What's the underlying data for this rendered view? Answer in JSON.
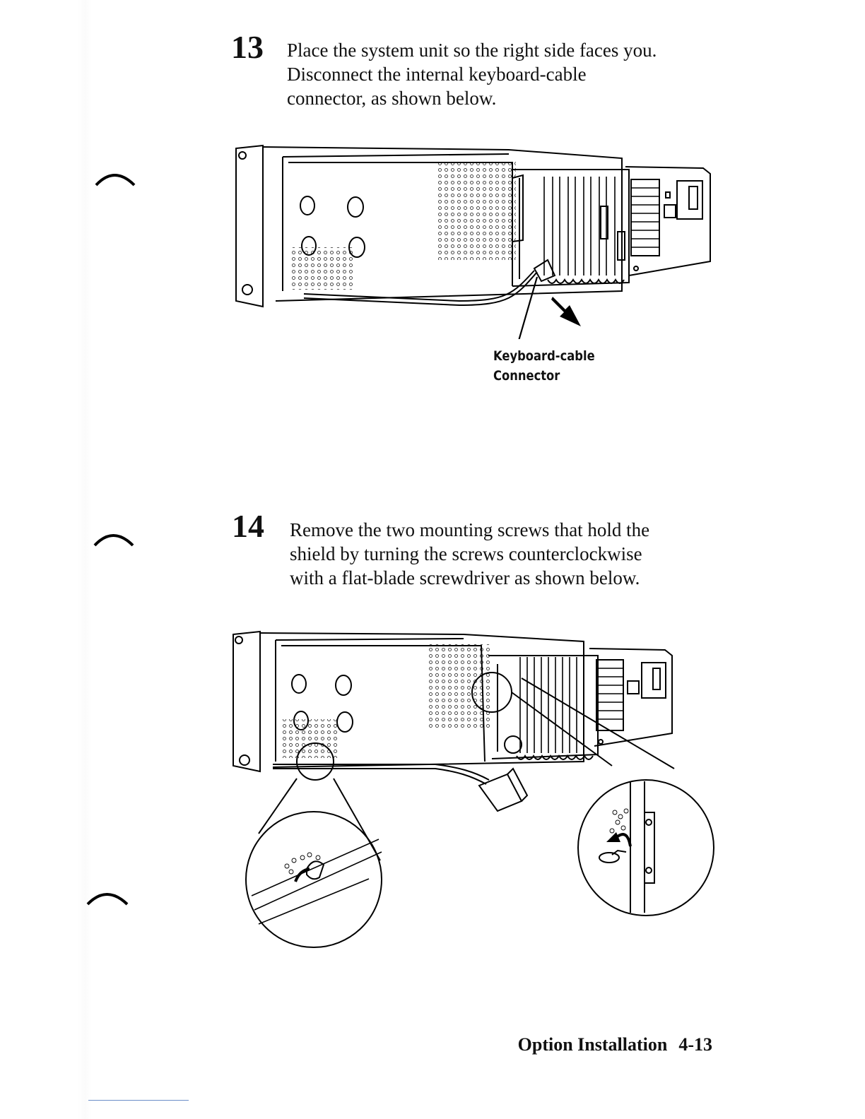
{
  "steps": [
    {
      "number": "13",
      "lines": [
        "Place the system unit so the right side faces you.",
        "Disconnect the internal keyboard-cable",
        "connector, as shown below."
      ]
    },
    {
      "number": "14",
      "lines": [
        "Remove the two mounting screws that hold the",
        "shield by turning the screws counterclockwise",
        "with a flat-blade screwdriver as shown below."
      ]
    }
  ],
  "figure1": {
    "callout_lines": [
      "Keyboard-cable",
      "Connector"
    ]
  },
  "footer": {
    "section": "Option Installation",
    "page": "4-13"
  }
}
